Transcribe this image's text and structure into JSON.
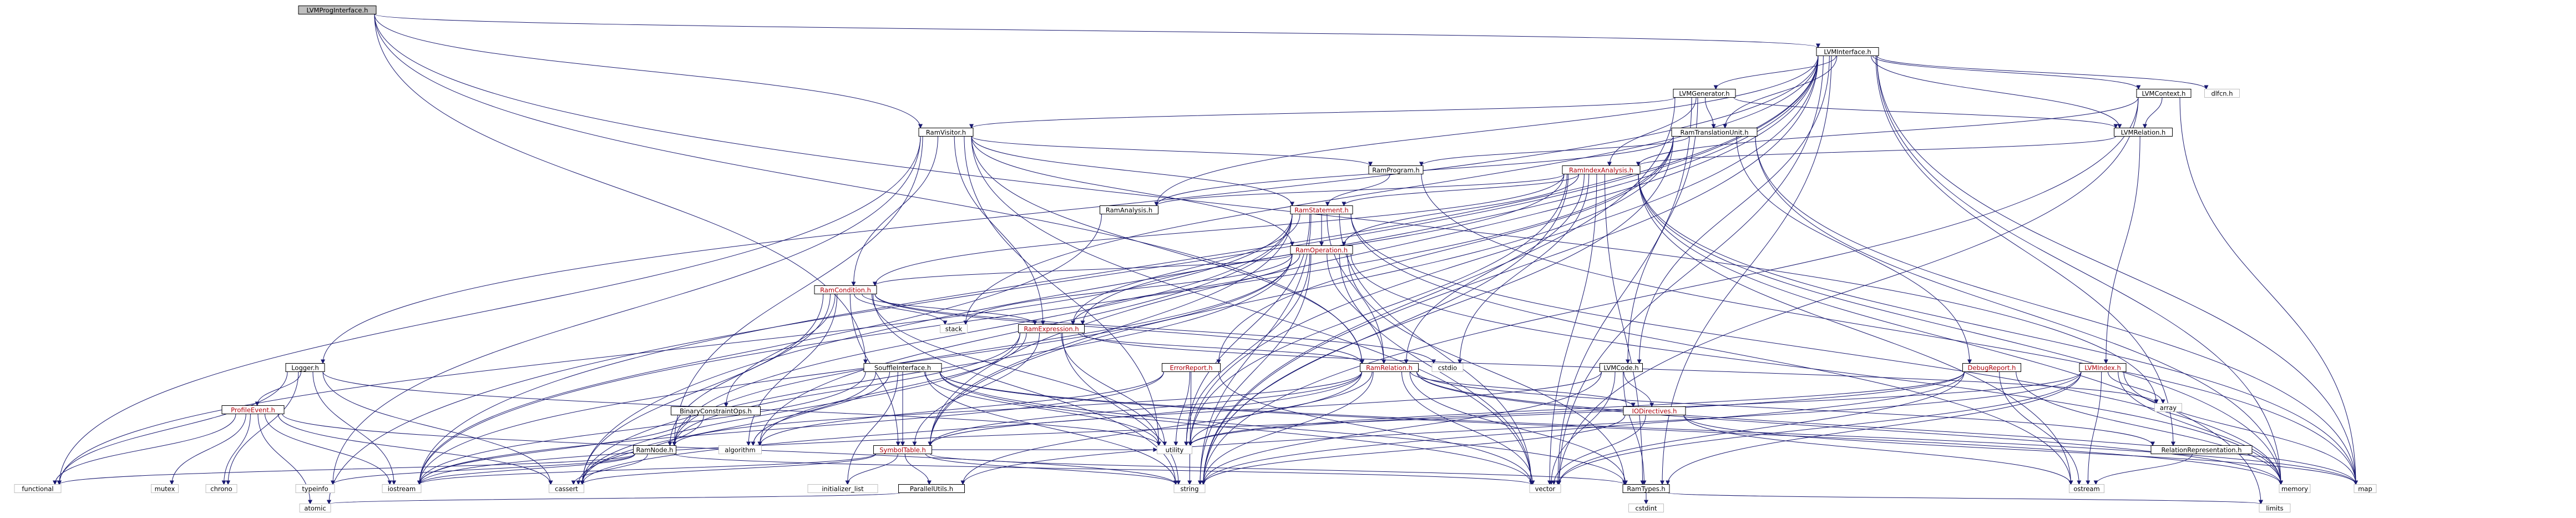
{
  "colors": {
    "root_fill": "#bfbfbf",
    "node_fill": "#ffffff",
    "node_border": "#000000",
    "missing_border": "#bfbfbf",
    "link_text": "#000000",
    "missing_text": "#000000",
    "linked_text_red": "#b0000a",
    "edge": "#191970"
  },
  "nodes": [
    {
      "id": "LVMProgInterface",
      "label": "LVMProgInterface.h",
      "kind": "root"
    },
    {
      "id": "LVMInterface",
      "label": "LVMInterface.h",
      "kind": "file"
    },
    {
      "id": "LVMGenerator",
      "label": "LVMGenerator.h",
      "kind": "file"
    },
    {
      "id": "LVMContext",
      "label": "LVMContext.h",
      "kind": "file"
    },
    {
      "id": "dlfcn",
      "label": "dlfcn.h",
      "kind": "system"
    },
    {
      "id": "RamVisitor",
      "label": "RamVisitor.h",
      "kind": "file"
    },
    {
      "id": "RamTranslationUnit",
      "label": "RamTranslationUnit.h",
      "kind": "file"
    },
    {
      "id": "LVMRelation",
      "label": "LVMRelation.h",
      "kind": "file"
    },
    {
      "id": "RamIndexAnalysis",
      "label": "RamIndexAnalysis.h",
      "kind": "red"
    },
    {
      "id": "RamProgram",
      "label": "RamProgram.h",
      "kind": "file"
    },
    {
      "id": "RamAnalysis",
      "label": "RamAnalysis.h",
      "kind": "file"
    },
    {
      "id": "RamStatement",
      "label": "RamStatement.h",
      "kind": "red"
    },
    {
      "id": "RamOperation",
      "label": "RamOperation.h",
      "kind": "red"
    },
    {
      "id": "RamCondition",
      "label": "RamCondition.h",
      "kind": "red"
    },
    {
      "id": "RamExpression",
      "label": "RamExpression.h",
      "kind": "red"
    },
    {
      "id": "stack",
      "label": "stack",
      "kind": "system"
    },
    {
      "id": "RamRelation",
      "label": "RamRelation.h",
      "kind": "red"
    },
    {
      "id": "cstdio",
      "label": "cstdio",
      "kind": "system"
    },
    {
      "id": "Logger",
      "label": "Logger.h",
      "kind": "file"
    },
    {
      "id": "ProfileEvent",
      "label": "ProfileEvent.h",
      "kind": "red"
    },
    {
      "id": "SouffleInterface",
      "label": "SouffleInterface.h",
      "kind": "file"
    },
    {
      "id": "BinaryConstraintOps",
      "label": "BinaryConstraintOps.h",
      "kind": "file"
    },
    {
      "id": "ErrorReport",
      "label": "ErrorReport.h",
      "kind": "red"
    },
    {
      "id": "SymbolTable",
      "label": "SymbolTable.h",
      "kind": "red"
    },
    {
      "id": "RamNode",
      "label": "RamNode.h",
      "kind": "file"
    },
    {
      "id": "LVMCode",
      "label": "LVMCode.h",
      "kind": "file"
    },
    {
      "id": "IODirectives",
      "label": "IODirectives.h",
      "kind": "red"
    },
    {
      "id": "DebugReport",
      "label": "DebugReport.h",
      "kind": "red"
    },
    {
      "id": "LVMIndex",
      "label": "LVMIndex.h",
      "kind": "red"
    },
    {
      "id": "RelationRepresentation",
      "label": "RelationRepresentation.h",
      "kind": "file"
    },
    {
      "id": "ParallelUtils",
      "label": "ParallelUtils.h",
      "kind": "file"
    },
    {
      "id": "RamTypes",
      "label": "RamTypes.h",
      "kind": "file"
    },
    {
      "id": "algorithm",
      "label": "algorithm",
      "kind": "system"
    },
    {
      "id": "utility",
      "label": "utility",
      "kind": "system"
    },
    {
      "id": "array",
      "label": "array",
      "kind": "system"
    },
    {
      "id": "functional",
      "label": "functional",
      "kind": "system"
    },
    {
      "id": "mutex",
      "label": "mutex",
      "kind": "system"
    },
    {
      "id": "chrono",
      "label": "chrono",
      "kind": "system"
    },
    {
      "id": "typeinfo",
      "label": "typeinfo",
      "kind": "system"
    },
    {
      "id": "iostream",
      "label": "iostream",
      "kind": "system"
    },
    {
      "id": "cassert",
      "label": "cassert",
      "kind": "system"
    },
    {
      "id": "string",
      "label": "string",
      "kind": "system"
    },
    {
      "id": "initializer_list",
      "label": "initializer_list",
      "kind": "system"
    },
    {
      "id": "vector",
      "label": "vector",
      "kind": "system"
    },
    {
      "id": "ostream",
      "label": "ostream",
      "kind": "system"
    },
    {
      "id": "memory",
      "label": "memory",
      "kind": "system"
    },
    {
      "id": "map",
      "label": "map",
      "kind": "system"
    },
    {
      "id": "atomic",
      "label": "atomic",
      "kind": "system"
    },
    {
      "id": "cstdint",
      "label": "cstdint",
      "kind": "system"
    },
    {
      "id": "limits",
      "label": "limits",
      "kind": "system"
    }
  ],
  "edges": [
    [
      "LVMProgInterface",
      "LVMInterface"
    ],
    [
      "LVMProgInterface",
      "RamVisitor"
    ],
    [
      "LVMProgInterface",
      "SouffleInterface"
    ],
    [
      "LVMProgInterface",
      "RamRelation"
    ],
    [
      "LVMProgInterface",
      "array"
    ],
    [
      "LVMInterface",
      "LVMGenerator"
    ],
    [
      "LVMInterface",
      "LVMContext"
    ],
    [
      "LVMInterface",
      "dlfcn"
    ],
    [
      "LVMInterface",
      "RamTranslationUnit"
    ],
    [
      "LVMInterface",
      "LVMRelation"
    ],
    [
      "LVMInterface",
      "RamAnalysis"
    ],
    [
      "LVMInterface",
      "Logger"
    ],
    [
      "LVMInterface",
      "LVMCode"
    ],
    [
      "LVMInterface",
      "RelationRepresentation"
    ],
    [
      "LVMInterface",
      "RamTypes"
    ],
    [
      "LVMInterface",
      "stack"
    ],
    [
      "LVMInterface",
      "utility"
    ],
    [
      "LVMInterface",
      "cassert"
    ],
    [
      "LVMInterface",
      "iostream"
    ],
    [
      "LVMInterface",
      "atomic"
    ],
    [
      "LVMInterface",
      "map"
    ],
    [
      "LVMInterface",
      "string"
    ],
    [
      "LVMInterface",
      "vector"
    ],
    [
      "LVMInterface",
      "memory"
    ],
    [
      "LVMInterface",
      "SymbolTable"
    ],
    [
      "LVMGenerator",
      "RamVisitor"
    ],
    [
      "LVMGenerator",
      "RamTranslationUnit"
    ],
    [
      "LVMGenerator",
      "LVMCode"
    ],
    [
      "LVMGenerator",
      "LVMRelation"
    ],
    [
      "LVMGenerator",
      "RamIndexAnalysis"
    ],
    [
      "LVMGenerator",
      "string"
    ],
    [
      "LVMGenerator",
      "vector"
    ],
    [
      "LVMContext",
      "LVMRelation"
    ],
    [
      "LVMContext",
      "vector"
    ],
    [
      "LVMContext",
      "map"
    ],
    [
      "LVMContext",
      "string"
    ],
    [
      "LVMContext",
      "RamIndexAnalysis"
    ],
    [
      "RamVisitor",
      "RamProgram"
    ],
    [
      "RamVisitor",
      "RamStatement"
    ],
    [
      "RamVisitor",
      "RamOperation"
    ],
    [
      "RamVisitor",
      "RamCondition"
    ],
    [
      "RamVisitor",
      "RamExpression"
    ],
    [
      "RamVisitor",
      "RamRelation"
    ],
    [
      "RamVisitor",
      "RamNode"
    ],
    [
      "RamVisitor",
      "utility"
    ],
    [
      "RamVisitor",
      "functional"
    ],
    [
      "RamVisitor",
      "typeinfo"
    ],
    [
      "RamVisitor",
      "vector"
    ],
    [
      "RamTranslationUnit",
      "RamProgram"
    ],
    [
      "RamTranslationUnit",
      "RamAnalysis"
    ],
    [
      "RamTranslationUnit",
      "ErrorReport"
    ],
    [
      "RamTranslationUnit",
      "DebugReport"
    ],
    [
      "RamTranslationUnit",
      "SymbolTable"
    ],
    [
      "RamTranslationUnit",
      "map"
    ],
    [
      "RamTranslationUnit",
      "memory"
    ],
    [
      "RamTranslationUnit",
      "string"
    ],
    [
      "RamTranslationUnit",
      "iostream"
    ],
    [
      "LVMRelation",
      "LVMIndex"
    ],
    [
      "LVMRelation",
      "RamIndexAnalysis"
    ],
    [
      "RamIndexAnalysis",
      "RamAnalysis"
    ],
    [
      "RamIndexAnalysis",
      "RamStatement"
    ],
    [
      "RamIndexAnalysis",
      "RamOperation"
    ],
    [
      "RamIndexAnalysis",
      "RamCondition"
    ],
    [
      "RamIndexAnalysis",
      "RamExpression"
    ],
    [
      "RamIndexAnalysis",
      "RamRelation"
    ],
    [
      "RamIndexAnalysis",
      "RamTypes"
    ],
    [
      "RamIndexAnalysis",
      "cstdio"
    ],
    [
      "RamIndexAnalysis",
      "map"
    ],
    [
      "RamIndexAnalysis",
      "memory"
    ],
    [
      "RamIndexAnalysis",
      "ostream"
    ],
    [
      "RamIndexAnalysis",
      "string"
    ],
    [
      "RamIndexAnalysis",
      "vector"
    ],
    [
      "RamIndexAnalysis",
      "utility"
    ],
    [
      "RamIndexAnalysis",
      "limits"
    ],
    [
      "RamProgram",
      "RamStatement"
    ],
    [
      "RamProgram",
      "map"
    ],
    [
      "RamAnalysis",
      "iostream"
    ],
    [
      "RamStatement",
      "RamOperation"
    ],
    [
      "RamStatement",
      "RamRelation"
    ],
    [
      "RamStatement",
      "RamExpression"
    ],
    [
      "RamStatement",
      "RamNode"
    ],
    [
      "RamStatement",
      "SymbolTable"
    ],
    [
      "RamStatement",
      "algorithm"
    ],
    [
      "RamStatement",
      "string"
    ],
    [
      "RamStatement",
      "vector"
    ],
    [
      "RamStatement",
      "utility"
    ],
    [
      "RamStatement",
      "memory"
    ],
    [
      "RamStatement",
      "ostream"
    ],
    [
      "RamStatement",
      "functional"
    ],
    [
      "RamOperation",
      "RamCondition"
    ],
    [
      "RamOperation",
      "RamExpression"
    ],
    [
      "RamOperation",
      "RamRelation"
    ],
    [
      "RamOperation",
      "RamNode"
    ],
    [
      "RamOperation",
      "RamTypes"
    ],
    [
      "RamOperation",
      "cassert"
    ],
    [
      "RamOperation",
      "iostream"
    ],
    [
      "RamOperation",
      "string"
    ],
    [
      "RamOperation",
      "vector"
    ],
    [
      "RamOperation",
      "utility"
    ],
    [
      "RamOperation",
      "memory"
    ],
    [
      "RamOperation",
      "stack"
    ],
    [
      "RamCondition",
      "RamExpression"
    ],
    [
      "RamCondition",
      "RamRelation"
    ],
    [
      "RamCondition",
      "RamNode"
    ],
    [
      "RamCondition",
      "BinaryConstraintOps"
    ],
    [
      "RamCondition",
      "SymbolTable"
    ],
    [
      "RamCondition",
      "algorithm"
    ],
    [
      "RamCondition",
      "cassert"
    ],
    [
      "RamCondition",
      "stack"
    ],
    [
      "RamCondition",
      "string"
    ],
    [
      "RamCondition",
      "utility"
    ],
    [
      "RamCondition",
      "cstdio"
    ],
    [
      "RamExpression",
      "RamRelation"
    ],
    [
      "RamExpression",
      "RamNode"
    ],
    [
      "RamExpression",
      "algorithm"
    ],
    [
      "RamExpression",
      "array"
    ],
    [
      "RamExpression",
      "cassert"
    ],
    [
      "RamExpression",
      "string"
    ],
    [
      "RamExpression",
      "utility"
    ],
    [
      "RamExpression",
      "SymbolTable"
    ],
    [
      "RamRelation",
      "RamNode"
    ],
    [
      "RamRelation",
      "IODirectives"
    ],
    [
      "RamRelation",
      "RelationRepresentation"
    ],
    [
      "RamRelation",
      "SymbolTable"
    ],
    [
      "RamRelation",
      "RamTypes"
    ],
    [
      "RamRelation",
      "cassert"
    ],
    [
      "RamRelation",
      "string"
    ],
    [
      "RamRelation",
      "utility"
    ],
    [
      "RamRelation",
      "vector"
    ],
    [
      "RamRelation",
      "memory"
    ],
    [
      "RamRelation",
      "map"
    ],
    [
      "RamRelation",
      "ParallelUtils"
    ],
    [
      "Logger",
      "ProfileEvent"
    ],
    [
      "Logger",
      "iostream"
    ],
    [
      "Logger",
      "cassert"
    ],
    [
      "Logger",
      "chrono"
    ],
    [
      "Logger",
      "functional"
    ],
    [
      "Logger",
      "utility"
    ],
    [
      "ProfileEvent",
      "iostream"
    ],
    [
      "ProfileEvent",
      "functional"
    ],
    [
      "ProfileEvent",
      "mutex"
    ],
    [
      "ProfileEvent",
      "chrono"
    ],
    [
      "ProfileEvent",
      "atomic"
    ],
    [
      "ProfileEvent",
      "string"
    ],
    [
      "ProfileEvent",
      "cassert"
    ],
    [
      "SouffleInterface",
      "SymbolTable"
    ],
    [
      "SouffleInterface",
      "RamTypes"
    ],
    [
      "SouffleInterface",
      "utility"
    ],
    [
      "SouffleInterface",
      "algorithm"
    ],
    [
      "SouffleInterface",
      "cassert"
    ],
    [
      "SouffleInterface",
      "string"
    ],
    [
      "SouffleInterface",
      "vector"
    ],
    [
      "SouffleInterface",
      "memory"
    ],
    [
      "SouffleInterface",
      "map"
    ],
    [
      "SouffleInterface",
      "iostream"
    ],
    [
      "SouffleInterface",
      "initializer_list"
    ],
    [
      "BinaryConstraintOps",
      "cassert"
    ],
    [
      "BinaryConstraintOps",
      "iostream"
    ],
    [
      "ErrorReport",
      "string"
    ],
    [
      "ErrorReport",
      "vector"
    ],
    [
      "ErrorReport",
      "iostream"
    ],
    [
      "ErrorReport",
      "algorithm"
    ],
    [
      "ErrorReport",
      "utility"
    ],
    [
      "SymbolTable",
      "ParallelUtils"
    ],
    [
      "SymbolTable",
      "RamTypes"
    ],
    [
      "SymbolTable",
      "cassert"
    ],
    [
      "SymbolTable",
      "initializer_list"
    ],
    [
      "SymbolTable",
      "iostream"
    ],
    [
      "SymbolTable",
      "string"
    ],
    [
      "SymbolTable",
      "utility"
    ],
    [
      "RamNode",
      "typeinfo"
    ],
    [
      "RamNode",
      "cassert"
    ],
    [
      "RamNode",
      "iostream"
    ],
    [
      "RamNode",
      "vector"
    ],
    [
      "RamNode",
      "functional"
    ],
    [
      "LVMCode",
      "IODirectives"
    ],
    [
      "LVMCode",
      "SymbolTable"
    ],
    [
      "LVMCode",
      "RamTypes"
    ],
    [
      "LVMCode",
      "vector"
    ],
    [
      "LVMCode",
      "string"
    ],
    [
      "IODirectives",
      "map"
    ],
    [
      "IODirectives",
      "string"
    ],
    [
      "IODirectives",
      "ostream"
    ],
    [
      "IODirectives",
      "vector"
    ],
    [
      "DebugReport",
      "iostream"
    ],
    [
      "DebugReport",
      "string"
    ],
    [
      "DebugReport",
      "memory"
    ],
    [
      "DebugReport",
      "vector"
    ],
    [
      "DebugReport",
      "ostream"
    ],
    [
      "DebugReport",
      "utility"
    ],
    [
      "LVMIndex",
      "RamTypes"
    ],
    [
      "LVMIndex",
      "memory"
    ],
    [
      "LVMIndex",
      "vector"
    ],
    [
      "LVMIndex",
      "map"
    ],
    [
      "LVMIndex",
      "utility"
    ],
    [
      "LVMIndex",
      "array"
    ],
    [
      "LVMIndex",
      "ParallelUtils"
    ],
    [
      "LVMIndex",
      "ostream"
    ],
    [
      "RelationRepresentation",
      "ostream"
    ],
    [
      "ParallelUtils",
      "atomic"
    ],
    [
      "RamTypes",
      "cstdint"
    ],
    [
      "RamTypes",
      "limits"
    ]
  ]
}
